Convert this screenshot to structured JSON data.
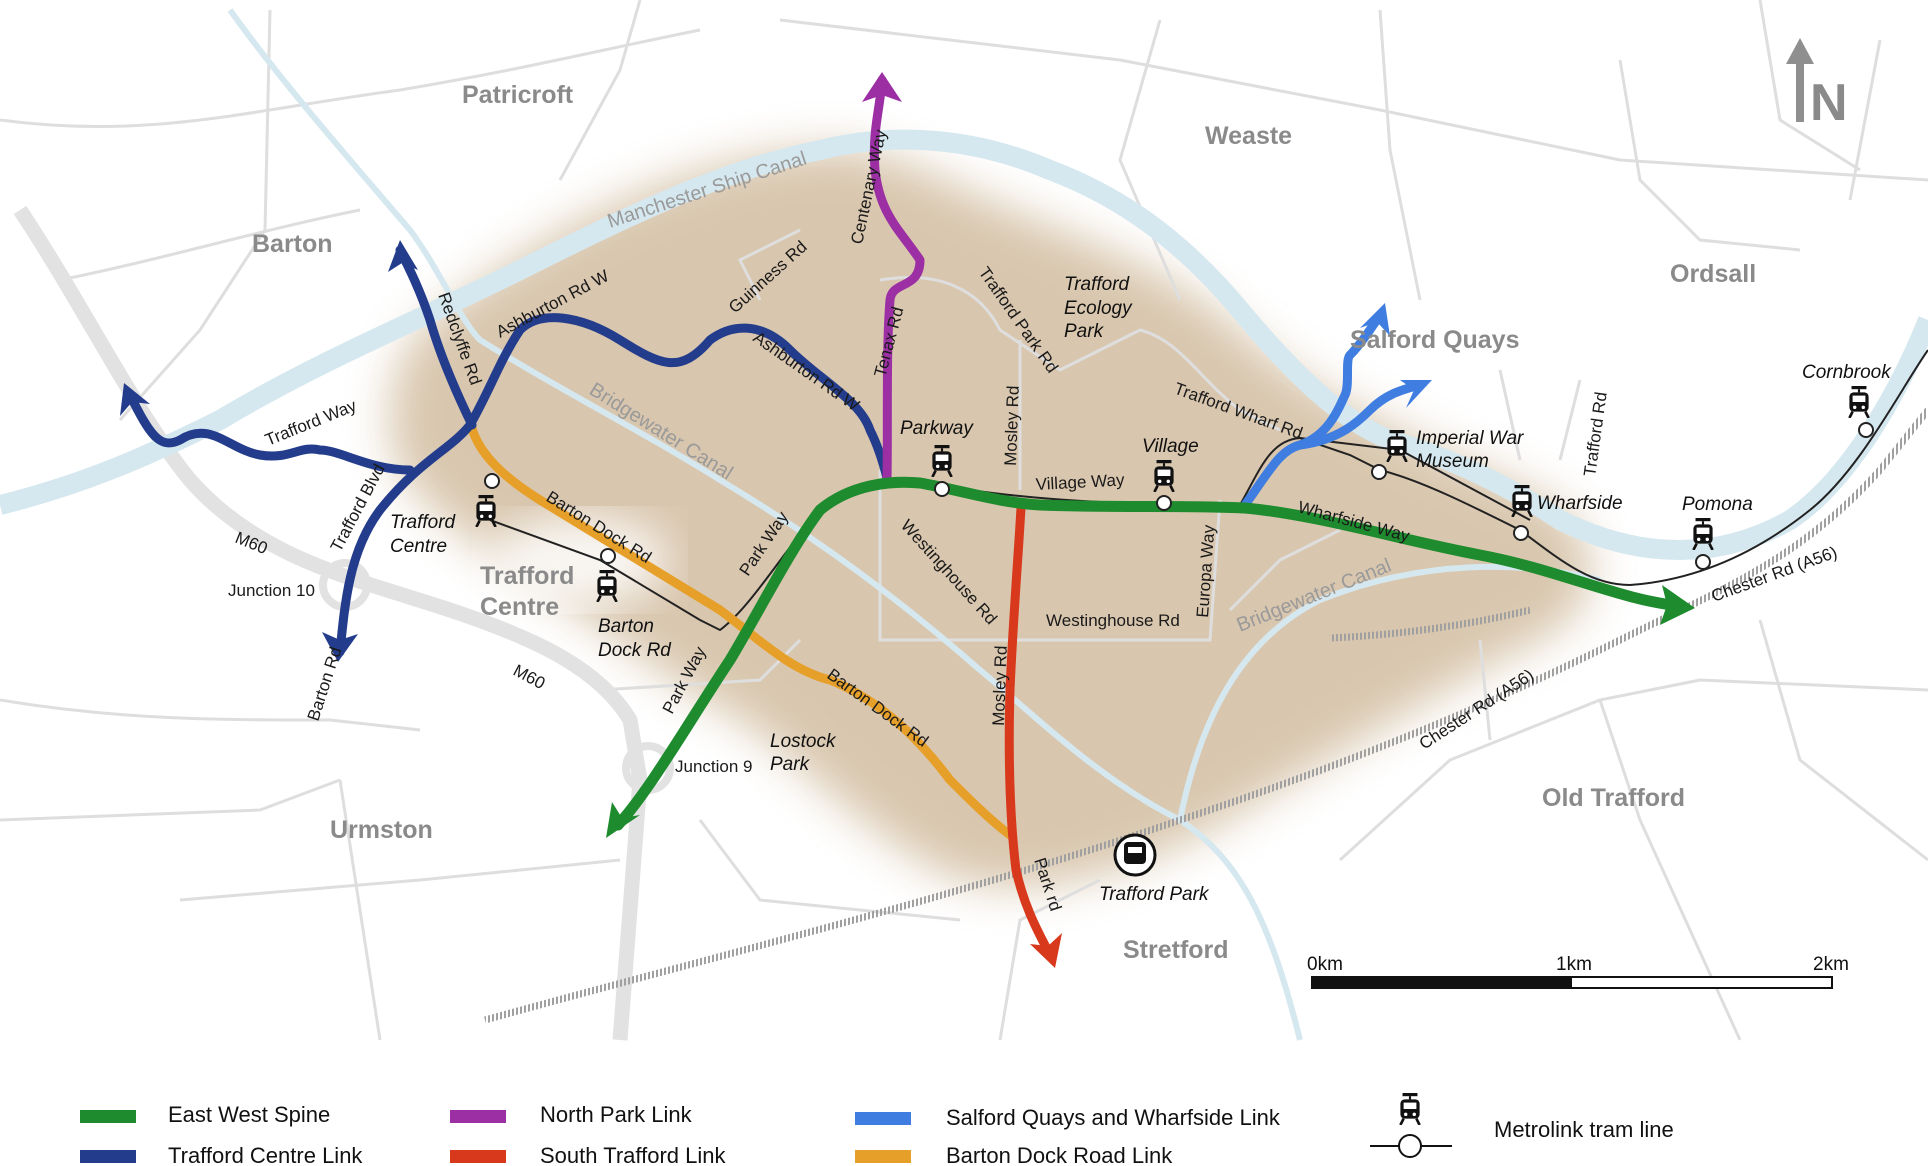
{
  "north": {
    "label": "N"
  },
  "areas": {
    "patricroft": "Patricroft",
    "weaste": "Weaste",
    "barton": "Barton",
    "ordsall": "Ordsall",
    "salford_quays": "Salford Quays",
    "trafford_centre": "Trafford",
    "trafford_centre_2": "Centre",
    "urmston": "Urmston",
    "old_trafford": "Old Trafford",
    "stretford": "Stretford"
  },
  "canals": {
    "ship_canal": "Manchester Ship Canal",
    "bridgewater_west": "Bridgewater Canal",
    "bridgewater_east": "Bridgewater Canal"
  },
  "roads": {
    "centenary_way": "Centenary Way",
    "guinness_rd": "Guinness Rd",
    "tenax_rd": "Tenax Rd",
    "trafford_park_rd": "Trafford Park Rd",
    "ashburton_rd_w_1": "Ashburton Rd W",
    "ashburton_rd_w_2": "Ashburton Rd W",
    "redclyffe_rd": "Redclyffe Rd",
    "trafford_way": "Trafford Way",
    "trafford_blvd": "Trafford Blvd",
    "m60_1": "M60",
    "m60_2": "M60",
    "junction_10": "Junction 10",
    "junction_9": "Junction 9",
    "barton_rd": "Barton Rd",
    "barton_dock_rd_1": "Barton Dock Rd",
    "barton_dock_rd_2": "Barton Dock Rd",
    "park_way_1": "Park Way",
    "park_way_2": "Park Way",
    "mosley_rd_1": "Mosley Rd",
    "mosley_rd_2": "Mosley Rd",
    "village_way": "Village Way",
    "westinghouse_rd_1": "Westinghouse Rd",
    "westinghouse_rd_2": "Westinghouse Rd",
    "europa_way": "Europa Way",
    "trafford_wharf_rd": "Trafford Wharf Rd",
    "wharfside_way": "Wharfside Way",
    "trafford_rd": "Trafford Rd",
    "chester_rd_1": "Chester Rd (A56)",
    "chester_rd_2": "Chester Rd (A56)",
    "park_rd": "Park rd",
    "ecology_1": "Trafford",
    "ecology_2": "Ecology",
    "ecology_3": "Park",
    "lostock_1": "Lostock",
    "lostock_2": "Park"
  },
  "stops": {
    "trafford_centre_1": "Trafford",
    "trafford_centre_2": "Centre",
    "barton_dock_1": "Barton",
    "barton_dock_2": "Dock Rd",
    "parkway": "Parkway",
    "village": "Village",
    "iwm_1": "Imperial War",
    "iwm_2": "Museum",
    "wharfside": "Wharfside",
    "pomona": "Pomona",
    "cornbrook": "Cornbrook",
    "trafford_park": "Trafford Park"
  },
  "scale": {
    "zero": "0km",
    "one": "1km",
    "two": "2km"
  },
  "colors": {
    "east_west": "#1e8c2e",
    "trafford_centre": "#233c8c",
    "north_park": "#9b2fa3",
    "south_trafford": "#d8391c",
    "salford_quays": "#3f7ee0",
    "barton_dock": "#e6a02a"
  },
  "legend": [
    {
      "label": "East West Spine",
      "color": "#1e8c2e"
    },
    {
      "label": "Trafford Centre Link",
      "color": "#233c8c"
    },
    {
      "label": "North Park Link",
      "color": "#9b2fa3"
    },
    {
      "label": "South Trafford Link",
      "color": "#d8391c"
    },
    {
      "label": "Salford Quays and Wharfside Link",
      "color": "#3f7ee0"
    },
    {
      "label": "Barton Dock Road Link",
      "color": "#e6a02a"
    },
    {
      "label": "Metrolink tram line",
      "icon": "tram-stop-icon"
    }
  ]
}
